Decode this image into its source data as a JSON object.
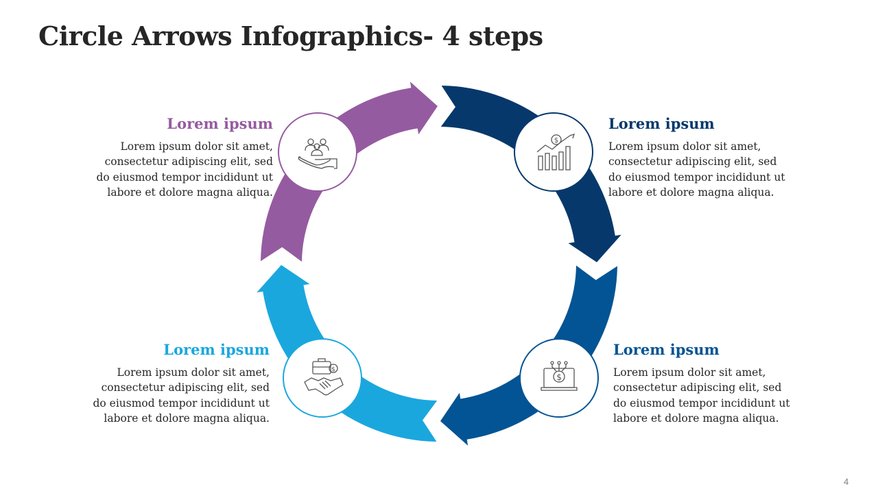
{
  "title": "Circle Arrows Infographics- 4 steps",
  "page_number": "4",
  "steps": [
    {
      "heading": "Lorem ipsum",
      "lines": [
        "Lorem ipsum dolor sit amet,",
        "consectetur adipiscing elit, sed",
        "do eiusmod tempor incididunt ut",
        "labore et dolore magna aliqua."
      ],
      "color": "#955ba0",
      "icon": "people-in-hand-icon"
    },
    {
      "heading": "Lorem ipsum",
      "lines": [
        "Lorem ipsum dolor sit amet,",
        "consectetur adipiscing elit, sed",
        "do eiusmod tempor incididunt ut",
        "labore et dolore magna aliqua."
      ],
      "color": "#06386b",
      "icon": "growth-chart-dollar-icon"
    },
    {
      "heading": "Lorem ipsum",
      "lines": [
        "Lorem ipsum dolor sit amet,",
        "consectetur adipiscing elit, sed",
        "do eiusmod tempor incididunt ut",
        "labore et dolore magna aliqua."
      ],
      "color": "#035494",
      "icon": "laptop-dollar-icon"
    },
    {
      "heading": "Lorem ipsum",
      "lines": [
        "Lorem ipsum dolor sit amet,",
        "consectetur adipiscing elit, sed",
        "do eiusmod tempor incididunt ut",
        "labore et dolore magna aliqua."
      ],
      "color": "#1aa7de",
      "icon": "handshake-briefcase-icon"
    }
  ]
}
